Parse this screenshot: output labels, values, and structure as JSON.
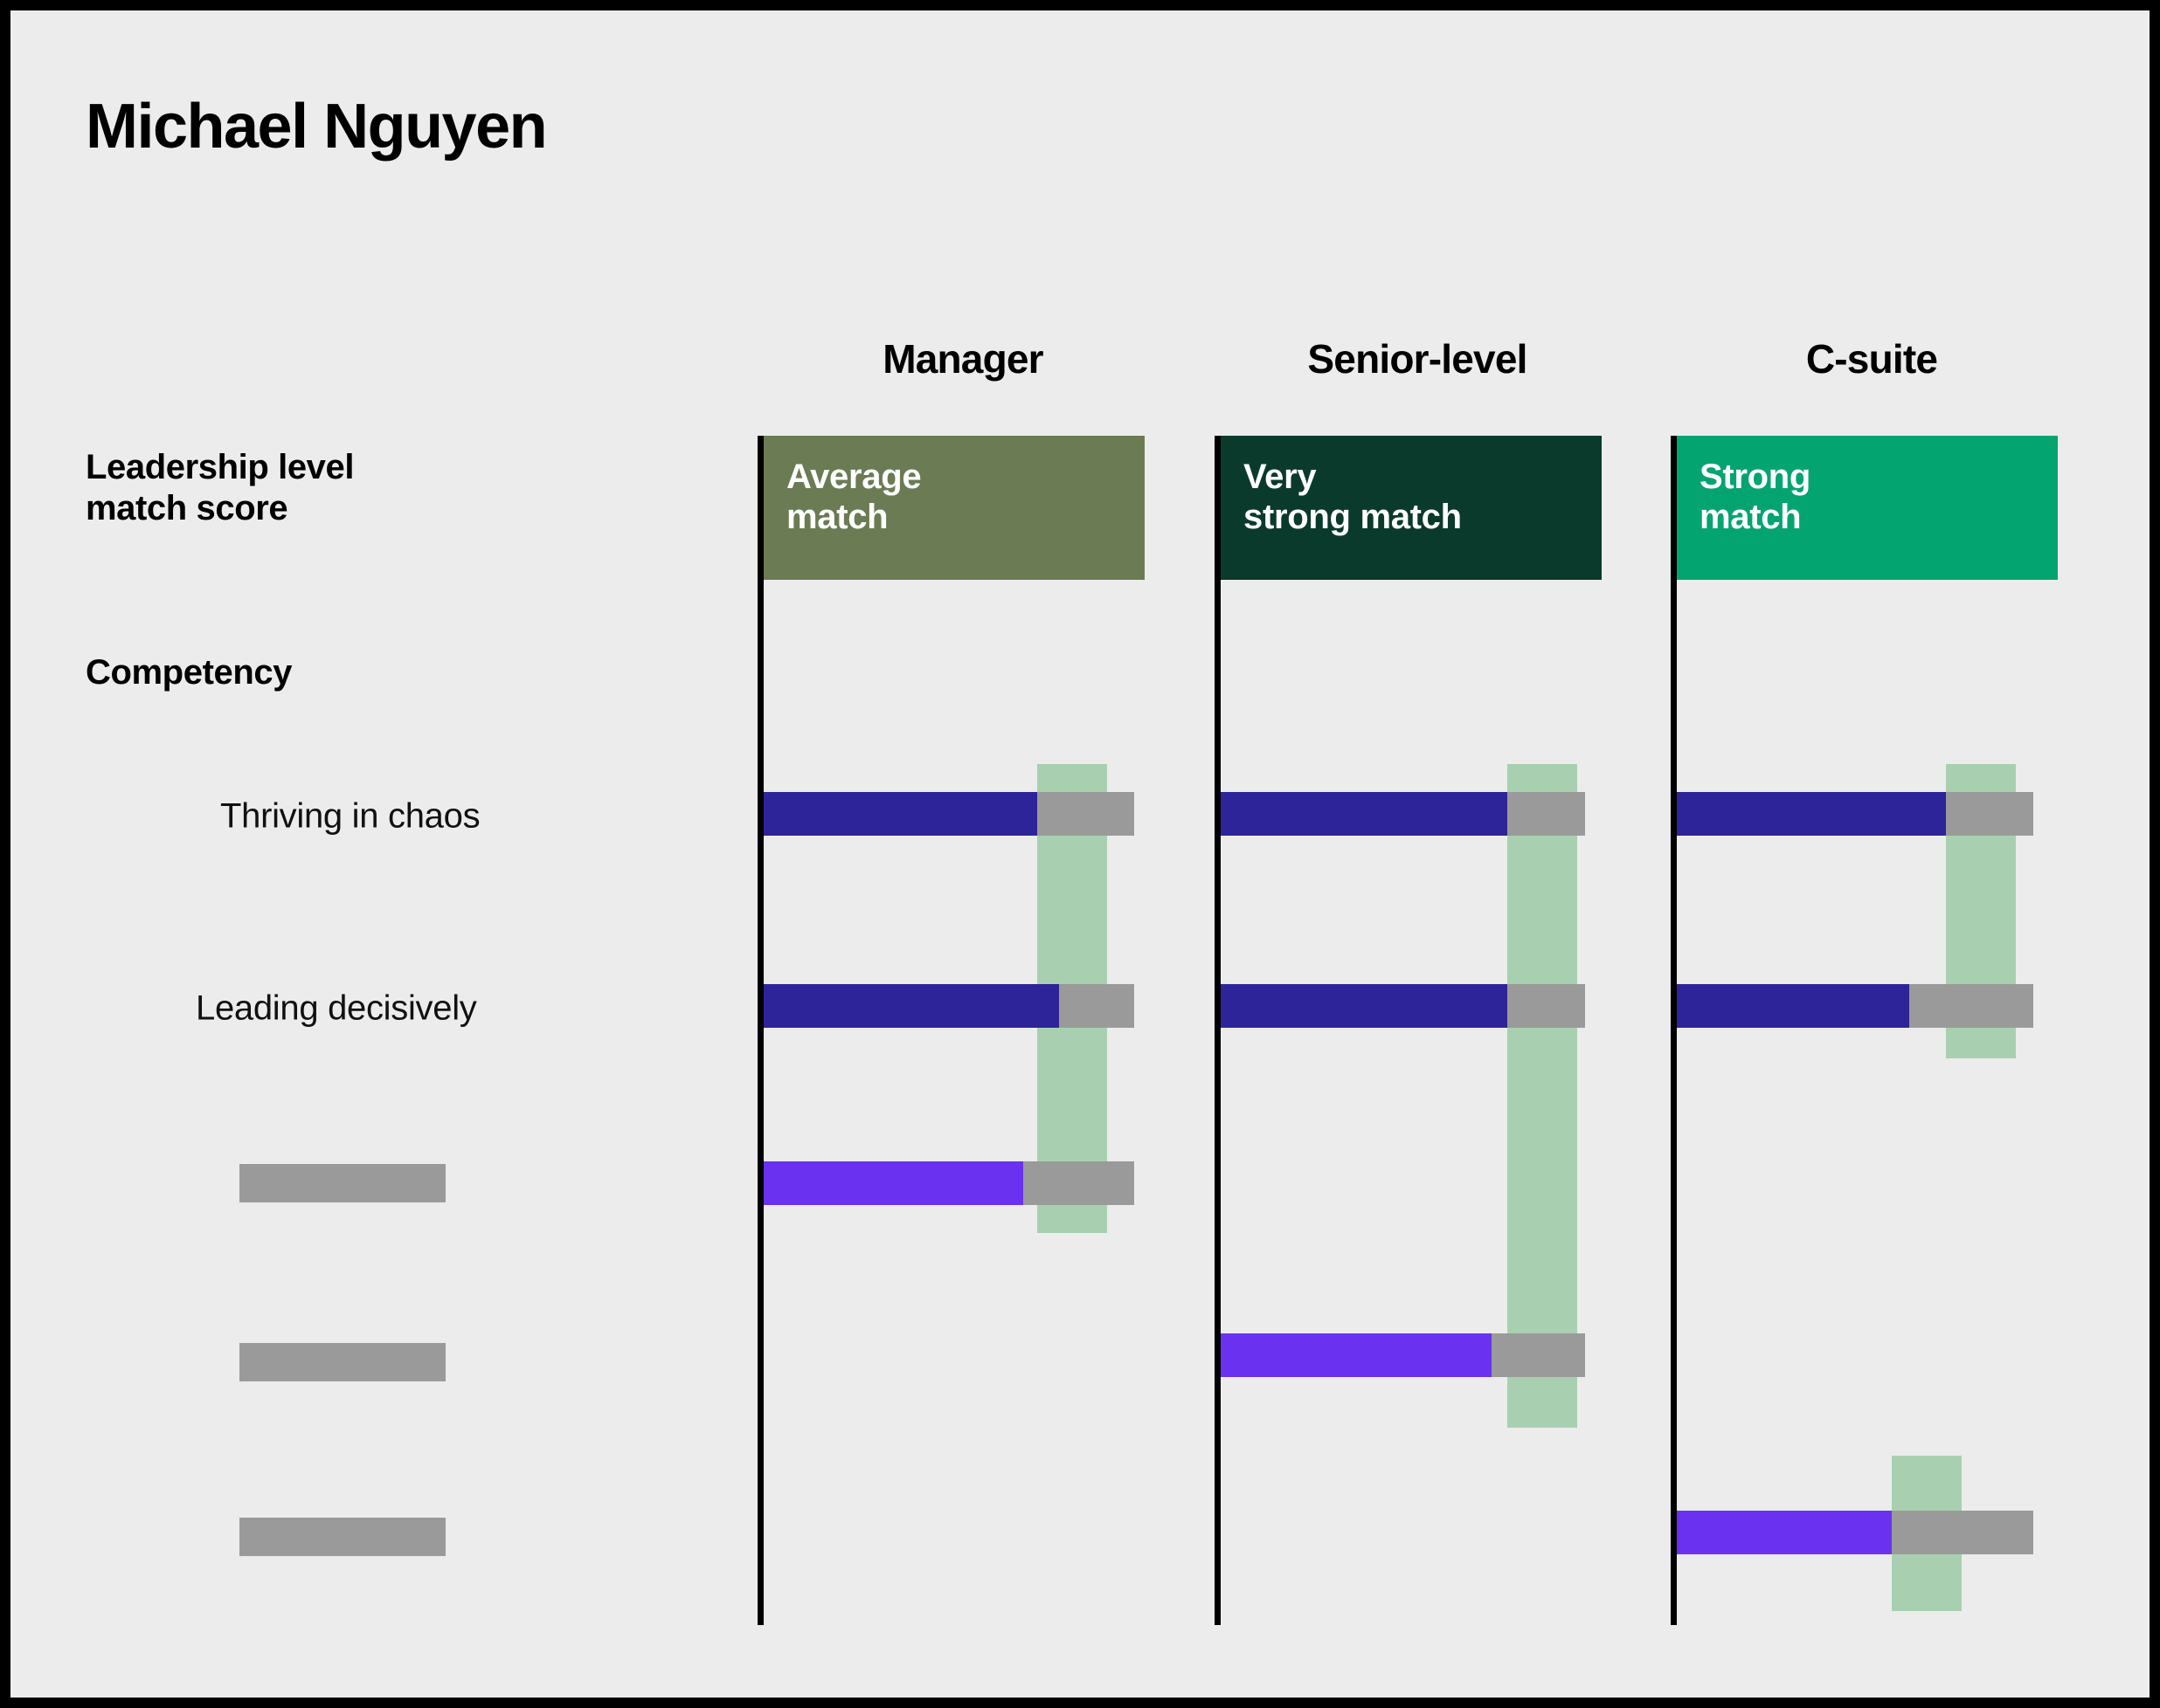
{
  "page": {
    "title": "Michael Nguyen",
    "background_color": "#ECECEC",
    "border_color": "#000000"
  },
  "labels": {
    "leadership_level_match_score": "Leadership level\nmatch score",
    "competency": "Competency"
  },
  "chart_data": {
    "type": "bar",
    "title": "Michael Nguyen",
    "xlabel": "",
    "ylabel": "",
    "grid": false,
    "legend_position": "none",
    "orientation": "horizontal",
    "columns": [
      "Manager",
      "Senior-level",
      "C-suite"
    ],
    "column_match": [
      {
        "column": "Manager",
        "label": "Average\nmatch",
        "color": "#6B7B53"
      },
      {
        "column": "Senior-level",
        "label": "Very\nstrong match",
        "color": "#0A3A2C"
      },
      {
        "column": "C-suite",
        "label": "Strong\nmatch",
        "color": "#04A471"
      }
    ],
    "row_labels": [
      "Thriving in chaos",
      "Leading decisively",
      "",
      "",
      ""
    ],
    "rows_redacted": [
      false,
      false,
      true,
      true,
      true
    ],
    "score_colors": {
      "dark_indigo": "#2E2499",
      "bright_violet": "#6A32F0",
      "benchmark_gray": "#9A9A9A",
      "target_band_green": "#7EBE8B"
    },
    "series": [
      {
        "name": "Manager",
        "values": [
          0.92,
          0.95,
          0.77
        ],
        "benchmark_max": [
          1.05,
          1.05,
          1.05
        ],
        "target_band": [
          0.86,
          0.86,
          0.86
        ],
        "bar_colors": [
          "dark_indigo",
          "dark_indigo",
          "bright_violet"
        ],
        "rows": [
          0,
          1,
          2
        ]
      },
      {
        "name": "Senior-level",
        "values": [
          0.92,
          0.95,
          0.77
        ],
        "benchmark_max": [
          1.05,
          1.05,
          1.05
        ],
        "target_band": [
          0.86,
          0.86,
          0.86
        ],
        "bar_colors": [
          "dark_indigo",
          "dark_indigo",
          "bright_violet"
        ],
        "rows": [
          0,
          1,
          3
        ]
      },
      {
        "name": "C-suite",
        "values": [
          0.92,
          0.77,
          0.7
        ],
        "benchmark_max": [
          1.05,
          1.05,
          1.05
        ],
        "target_band": [
          0.86,
          0.86,
          0.7
        ],
        "bar_colors": [
          "dark_indigo",
          "dark_indigo",
          "bright_violet"
        ],
        "rows": [
          0,
          1,
          4
        ]
      }
    ]
  }
}
